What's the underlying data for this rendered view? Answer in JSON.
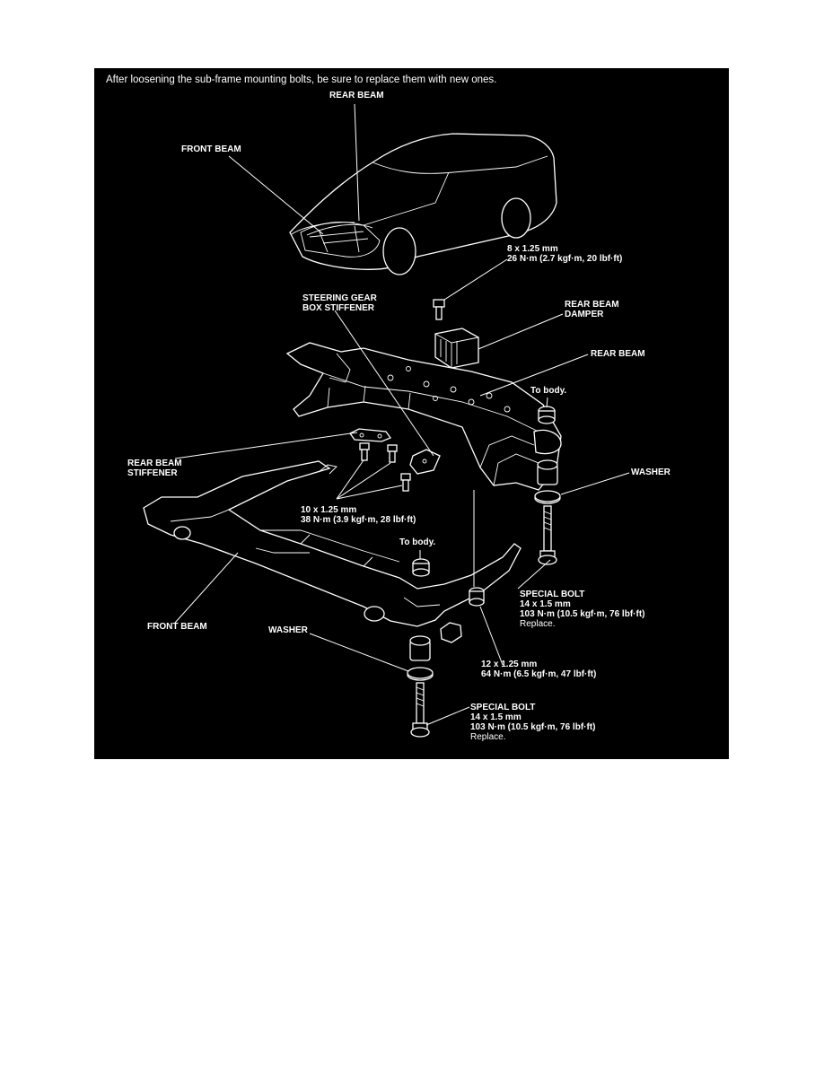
{
  "header": {
    "note": "After loosening the sub-frame mounting bolts, be sure to replace them with new ones."
  },
  "labels": {
    "rear_beam_top": "REAR BEAM",
    "front_beam_top": "FRONT BEAM",
    "damper_bolt_size": "8 x 1.25 mm",
    "damper_bolt_torque": "26 N·m (2.7 kgf·m, 20 lbf·ft)",
    "steering_stiffener_1": "STEERING GEAR",
    "steering_stiffener_2": "BOX STIFFENER",
    "rear_beam_damper_1": "REAR BEAM",
    "rear_beam_damper_2": "DAMPER",
    "rear_beam": "REAR BEAM",
    "to_body_rear": "To body.",
    "rear_beam_stiffener_1": "REAR BEAM",
    "rear_beam_stiffener_2": "STIFFENER",
    "washer_right": "WASHER",
    "stiffener_bolt_size": "10 x 1.25 mm",
    "stiffener_bolt_torque": "38 N·m (3.9 kgf·m, 28 lbf·ft)",
    "to_body_front": "To body.",
    "special_bolt_right": {
      "name": "SPECIAL BOLT",
      "size": "14 x 1.5 mm",
      "torque": "103 N·m (10.5 kgf·m, 76 lbf·ft)",
      "note": "Replace."
    },
    "front_beam_bottom": "FRONT BEAM",
    "washer_left": "WASHER",
    "nut_size": "12 x 1.25 mm",
    "nut_torque": "64 N·m (6.5 kgf·m, 47 lbf·ft)",
    "special_bolt_bottom": {
      "name": "SPECIAL BOLT",
      "size": "14 x 1.5 mm",
      "torque": "103 N·m (10.5 kgf·m, 76 lbf·ft)",
      "note": "Replace."
    }
  }
}
